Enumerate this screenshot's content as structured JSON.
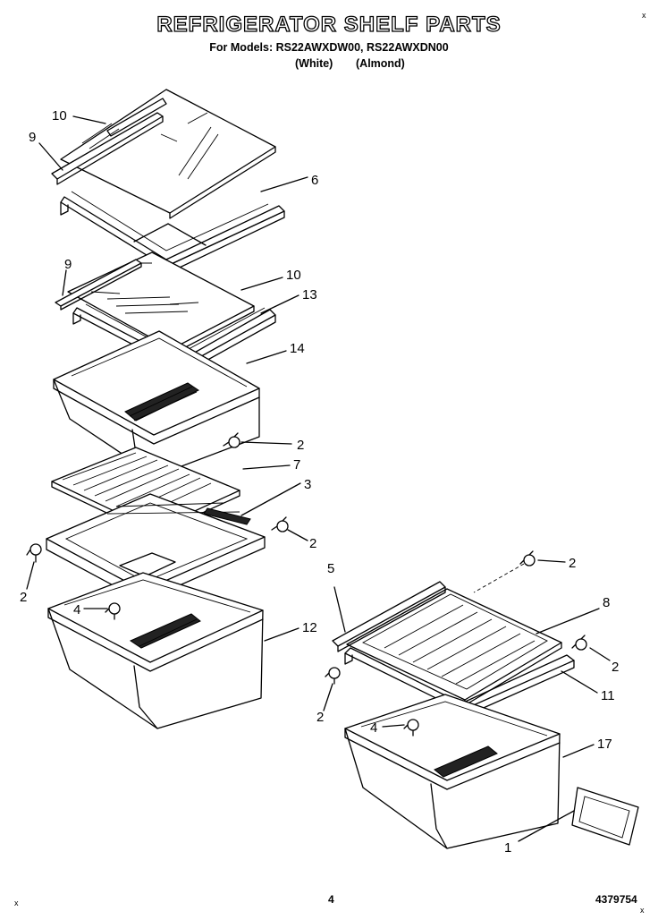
{
  "header": {
    "title": "REFRIGERATOR SHELF PARTS",
    "models": "For Models: RS22AWXDW00, RS22AWXDN00",
    "color_white": "(White)",
    "color_almond": "(Almond)"
  },
  "footer": {
    "page_number": "4",
    "document_number": "4379754",
    "corner_marks": [
      "x",
      "x",
      "x"
    ]
  },
  "callouts": {
    "c10a": "10",
    "c9a": "9",
    "c6": "6",
    "c9b": "9",
    "c10b": "10",
    "c13": "13",
    "c14": "14",
    "c2a": "2",
    "c7": "7",
    "c3": "3",
    "c2b": "2",
    "c2c": "2",
    "c4a": "4",
    "c12": "12",
    "c5": "5",
    "c2d": "2",
    "c8": "8",
    "c2e": "2",
    "c11": "11",
    "c2f": "2",
    "c4b": "4",
    "c17": "17",
    "c1": "1"
  }
}
